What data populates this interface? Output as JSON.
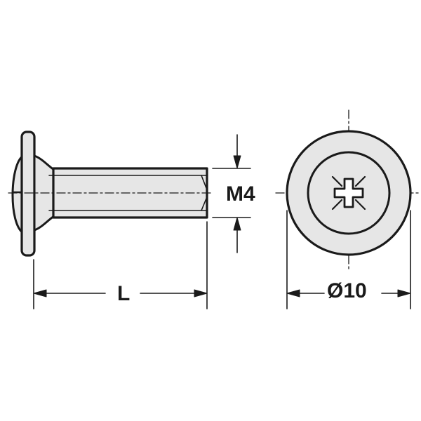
{
  "labels": {
    "thread": "M4",
    "length": "L",
    "diameter": "Ø10"
  },
  "colors": {
    "line": "#1a1a1a",
    "fill": "#e6e6e6",
    "background": "#ffffff"
  }
}
